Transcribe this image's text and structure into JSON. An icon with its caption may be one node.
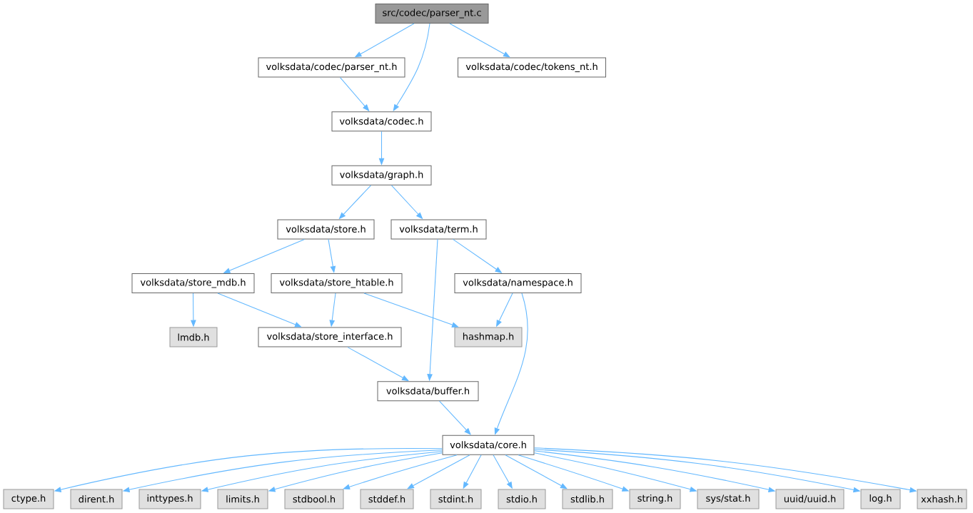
{
  "diagram": {
    "nodes": [
      {
        "text": [
          "src/codec/parser_nt.c"
        ]
      },
      {
        "text": [
          "volksdata/codec/parser_nt.h"
        ]
      },
      {
        "text": [
          "volksdata/codec/tokens_nt.h"
        ]
      },
      {
        "text": [
          "volksdata/codec.h"
        ]
      },
      {
        "text": [
          "volksdata/graph.h"
        ]
      },
      {
        "text": [
          "volksdata/store.h"
        ]
      },
      {
        "text": [
          "volksdata/term.h"
        ]
      },
      {
        "text": [
          "volksdata/store_mdb.h"
        ]
      },
      {
        "text": [
          "volksdata/store_htable.h"
        ]
      },
      {
        "text": [
          "volksdata/namespace.h"
        ]
      },
      {
        "text": [
          "lmdb.h"
        ]
      },
      {
        "text": [
          "volksdata/store_interface.h"
        ]
      },
      {
        "text": [
          "hashmap.h"
        ]
      },
      {
        "text": [
          "volksdata/buffer.h"
        ]
      },
      {
        "text": [
          "volksdata/core.h"
        ]
      },
      {
        "text": [
          "ctype.h"
        ]
      },
      {
        "text": [
          "dirent.h"
        ]
      },
      {
        "text": [
          "inttypes.h"
        ]
      },
      {
        "text": [
          "limits.h"
        ]
      },
      {
        "text": [
          "stdbool.h"
        ]
      },
      {
        "text": [
          "stddef.h"
        ]
      },
      {
        "text": [
          "stdint.h"
        ]
      },
      {
        "text": [
          "stdio.h"
        ]
      },
      {
        "text": [
          "stdlib.h"
        ]
      },
      {
        "text": [
          "string.h"
        ]
      },
      {
        "text": [
          "sys/stat.h"
        ]
      },
      {
        "text": [
          "uuid/uuid.h"
        ]
      },
      {
        "text": [
          "log.h"
        ]
      },
      {
        "text": [
          "xxhash.h"
        ]
      }
    ],
    "edges": [
      {
        "from": 0,
        "to": 1,
        "arrow": "to"
      },
      {
        "from": 0,
        "to": 3,
        "arrow": "to"
      },
      {
        "from": 0,
        "to": 2,
        "arrow": "to"
      },
      {
        "from": 1,
        "to": 3,
        "arrow": "to"
      },
      {
        "from": 3,
        "to": 4,
        "arrow": "to"
      },
      {
        "from": 4,
        "to": 5,
        "arrow": "to"
      },
      {
        "from": 4,
        "to": 6,
        "arrow": "to"
      },
      {
        "from": 5,
        "to": 7,
        "arrow": "to"
      },
      {
        "from": 5,
        "to": 8,
        "arrow": "to"
      },
      {
        "from": 6,
        "to": 13,
        "arrow": "to"
      },
      {
        "from": 6,
        "to": 9,
        "arrow": "to"
      },
      {
        "from": 7,
        "to": 10,
        "arrow": "to"
      },
      {
        "from": 7,
        "to": 11,
        "arrow": "to"
      },
      {
        "from": 8,
        "to": 11,
        "arrow": "to"
      },
      {
        "from": 8,
        "to": 12,
        "arrow": "to"
      },
      {
        "from": 9,
        "to": 12,
        "arrow": "to"
      },
      {
        "from": 9,
        "to": 14,
        "arrow": "to"
      },
      {
        "from": 11,
        "to": 13,
        "arrow": "to"
      },
      {
        "from": 13,
        "to": 14,
        "arrow": "to"
      },
      {
        "from": 14,
        "to": 15,
        "arrow": "to"
      },
      {
        "from": 14,
        "to": 16,
        "arrow": "to"
      },
      {
        "from": 14,
        "to": 17,
        "arrow": "to"
      },
      {
        "from": 14,
        "to": 18,
        "arrow": "to"
      },
      {
        "from": 14,
        "to": 19,
        "arrow": "to"
      },
      {
        "from": 14,
        "to": 20,
        "arrow": "to"
      },
      {
        "from": 14,
        "to": 21,
        "arrow": "to"
      },
      {
        "from": 14,
        "to": 22,
        "arrow": "to"
      },
      {
        "from": 14,
        "to": 23,
        "arrow": "to"
      },
      {
        "from": 14,
        "to": 24,
        "arrow": "to"
      },
      {
        "from": 14,
        "to": 25,
        "arrow": "to"
      },
      {
        "from": 14,
        "to": 26,
        "arrow": "to"
      },
      {
        "from": 14,
        "to": 27,
        "arrow": "to"
      },
      {
        "from": 14,
        "to": 28,
        "arrow": "to"
      }
    ]
  }
}
